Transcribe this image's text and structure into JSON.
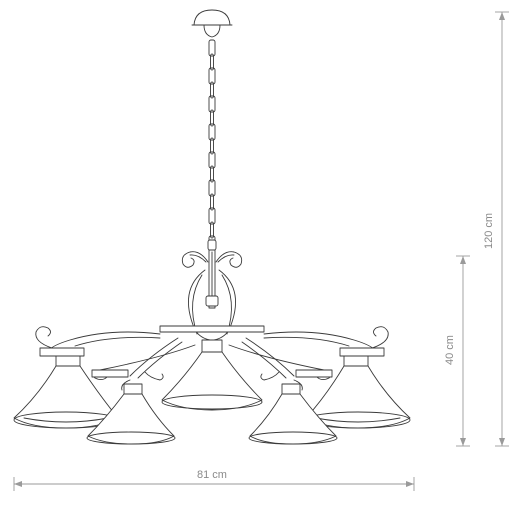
{
  "dimensions": {
    "width": {
      "label": "81 cm"
    },
    "total_height": {
      "label": "120 cm"
    },
    "body_height": {
      "label": "40 cm"
    }
  },
  "colors": {
    "line": "#3a3a3a",
    "dimension": "#9a9a9a",
    "dimension_text": "#8a8a8a"
  }
}
